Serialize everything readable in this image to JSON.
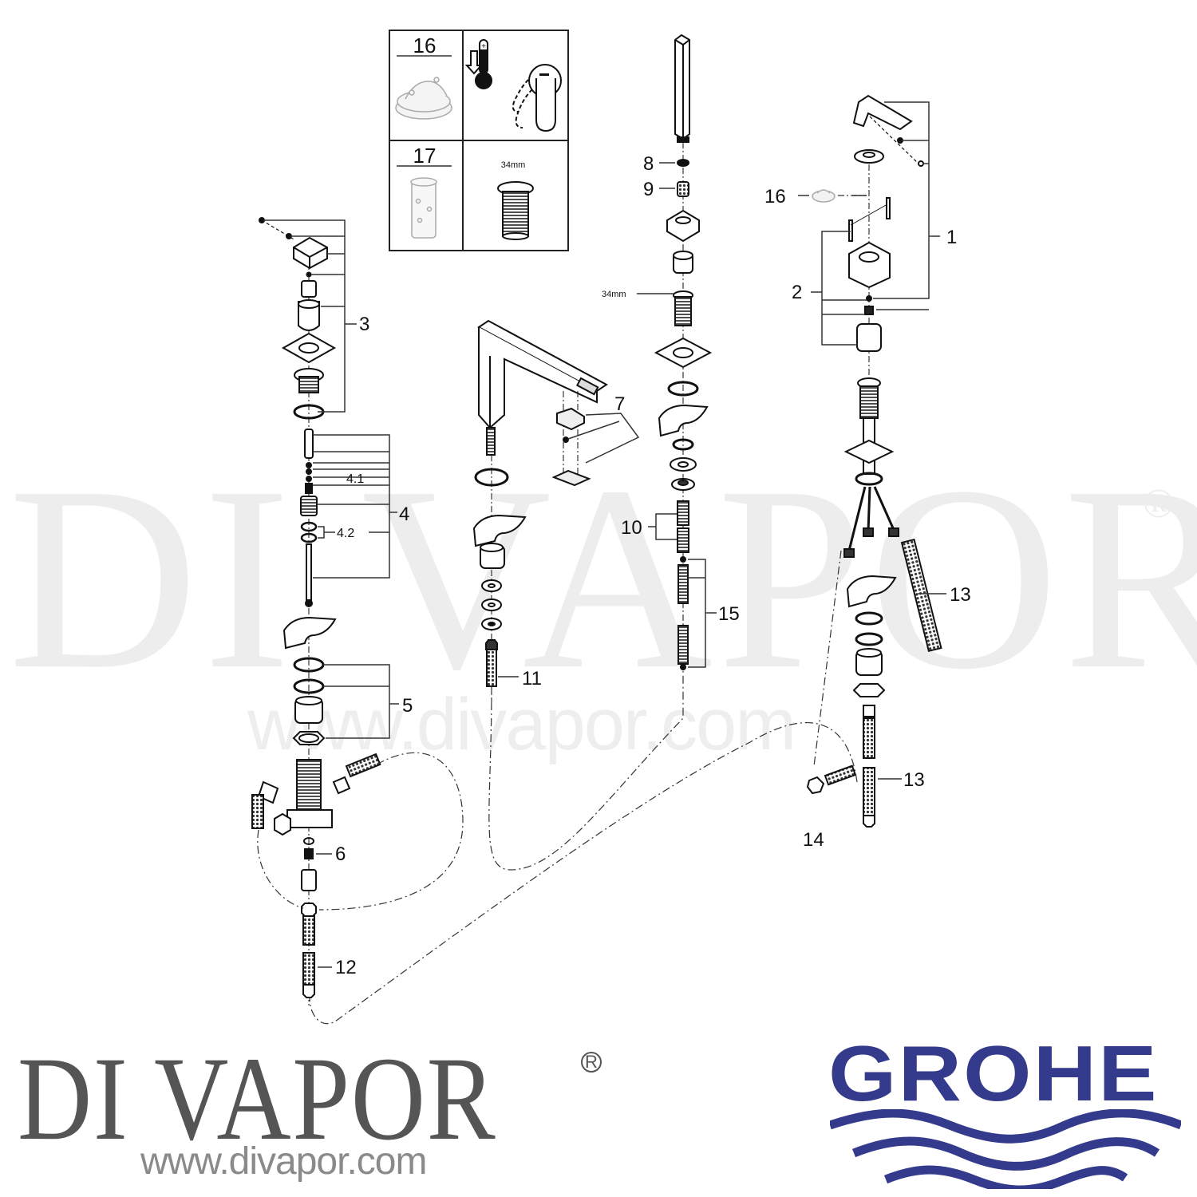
{
  "watermark": {
    "brand": "DI VAPOR",
    "registered": "®",
    "url": "www.divapor.com"
  },
  "inset_box": {
    "cells": [
      {
        "part_no": "16",
        "description": "diverter-insert"
      },
      {
        "part_no": "",
        "description": "temperature-limit-handle-icon"
      },
      {
        "part_no": "17",
        "description": "cartridge-sleeve"
      },
      {
        "part_no": "",
        "size_label": "34mm",
        "description": "threaded-connector"
      }
    ]
  },
  "labels": {
    "p1": "1",
    "p2": "2",
    "p3": "3",
    "p4": "4",
    "p4_1": "4.1",
    "p4_2": "4.2",
    "p5": "5",
    "p6": "6",
    "p7": "7",
    "p8": "8",
    "p9": "9",
    "p10": "10",
    "p11": "11",
    "p12": "12",
    "p13a": "13",
    "p13b": "13",
    "p14": "14",
    "p15": "15",
    "p16": "16",
    "size_34mm": "34mm"
  },
  "footer": {
    "divapor_logo": "DI VAPOR",
    "divapor_reg": "R",
    "divapor_url": "www.divapor.com",
    "grohe_logo": "GROHE",
    "colors": {
      "divapor_gray": "#555555",
      "url_gray": "#8a8a8a",
      "grohe_blue": "#343a8c"
    }
  }
}
